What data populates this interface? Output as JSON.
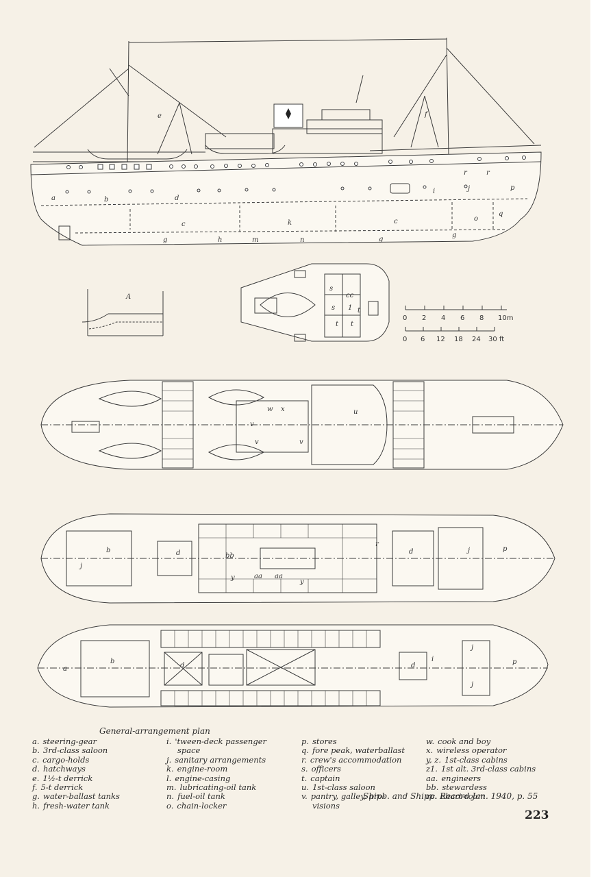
{
  "drawing_labels": {
    "profile": [
      "a",
      "b",
      "d",
      "e",
      "f",
      "i",
      "j",
      "r",
      "r",
      "p",
      "c",
      "k",
      "c",
      "o",
      "q",
      "g",
      "h",
      "m",
      "n",
      "g",
      "g"
    ],
    "detail_a": "A",
    "deck_t": [
      "s",
      "cc",
      "t",
      "s",
      "1",
      "t",
      "t"
    ],
    "deck_u": [
      "w",
      "x",
      "v",
      "v",
      "v",
      "u"
    ],
    "deck_y": [
      "b",
      "d",
      "bb",
      "aa",
      "aa",
      "y",
      "y",
      "d",
      "r",
      "j",
      "p",
      "j"
    ],
    "deck_z": [
      "a",
      "b",
      "d",
      "i",
      "d",
      "j",
      "j",
      "p"
    ]
  },
  "scales": {
    "metric": [
      "0",
      "2",
      "4",
      "6",
      "8",
      "10m"
    ],
    "imperial": [
      "0",
      "6",
      "12",
      "18",
      "24",
      "30 ft"
    ]
  },
  "caption": {
    "title": "General-arrangement plan",
    "col1": [
      {
        "key": "a.",
        "text": "steering-gear"
      },
      {
        "key": "b.",
        "text": "3rd-class saloon"
      },
      {
        "key": "c.",
        "text": "cargo-holds"
      },
      {
        "key": "d.",
        "text": "hatchways"
      },
      {
        "key": "e.",
        "text": "1½-t derrick"
      },
      {
        "key": "f.",
        "text": "5-t derrick"
      },
      {
        "key": "g.",
        "text": "water-ballast tanks"
      },
      {
        "key": "h.",
        "text": "fresh-water tank"
      }
    ],
    "col2": [
      {
        "key": "i.",
        "text": "'tween-deck passenger"
      },
      {
        "key": "",
        "text": "space"
      },
      {
        "key": "j.",
        "text": "sanitary arrangements"
      },
      {
        "key": "k.",
        "text": "engine-room"
      },
      {
        "key": "l.",
        "text": "engine-casing"
      },
      {
        "key": "m.",
        "text": "lubricating-oil tank"
      },
      {
        "key": "n.",
        "text": "fuel-oil tank"
      },
      {
        "key": "o.",
        "text": "chain-locker"
      }
    ],
    "col3": [
      {
        "key": "p.",
        "text": "stores"
      },
      {
        "key": "q.",
        "text": "fore peak, waterballast"
      },
      {
        "key": "r.",
        "text": "crew's accommodation"
      },
      {
        "key": "s.",
        "text": "officers"
      },
      {
        "key": "t.",
        "text": "captain"
      },
      {
        "key": "u.",
        "text": "1st-class saloon"
      },
      {
        "key": "v.",
        "text": "pantry, galley, pro-"
      },
      {
        "key": "",
        "text": "visions"
      }
    ],
    "col4": [
      {
        "key": "w.",
        "text": "cook and boy"
      },
      {
        "key": "x.",
        "text": "wireless operator"
      },
      {
        "key": "y, z.",
        "text": "1st-class cabins"
      },
      {
        "key": "z1.",
        "text": "1st alt. 3rd-class cabins"
      },
      {
        "key": "aa.",
        "text": "engineers"
      },
      {
        "key": "bb.",
        "text": "stewardess"
      },
      {
        "key": "cc.",
        "text": "chart-room"
      }
    ],
    "source": "Shipb. and Shipp. Record Jan. 1940, p. 55"
  },
  "page_number": "223"
}
